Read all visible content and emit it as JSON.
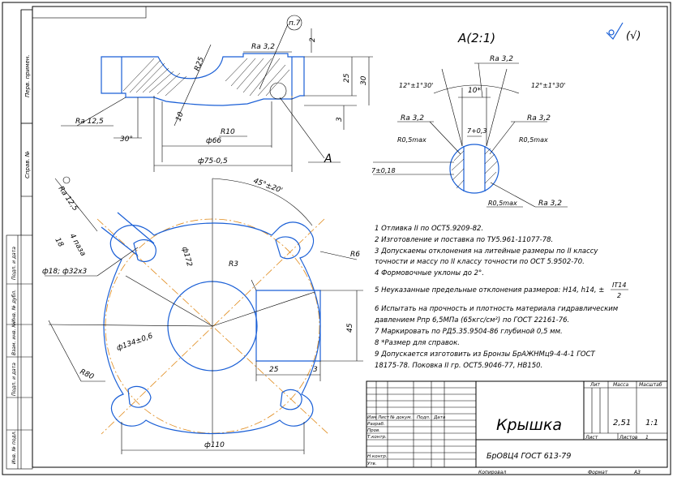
{
  "section": {
    "title": "A(2:1)",
    "view_letter": "A"
  },
  "roughness_symbol": "(√)",
  "dims": {
    "ra32_top": "Ra 3,2",
    "p7": "п.7",
    "two": "2",
    "r25": "R25",
    "d25": "25",
    "d30": "30",
    "d3": "3",
    "ra125_left": "Ra 12,5",
    "deg30": "30°",
    "d10": "10",
    "r10": "R10",
    "phi66": "ф66",
    "phi75": "ф75-0,5",
    "sec_ra32a": "Ra 3,2",
    "ang12a": "12°±1°30'",
    "ten": "10*",
    "ang12b": "12°±1°30'",
    "sec_ra32b": "Ra 3,2",
    "sec_ra32c": "Ra 3,2",
    "seven": "7+0,3",
    "r05a": "R0,5max",
    "r05b": "R0,5max",
    "seven18": "7±0,18",
    "r05c": "R0,5max",
    "sec_ra32d": "Ra 3,2",
    "ra125_plan": "Ra 12,5",
    "deg45": "45°±20'",
    "eighteen": "18",
    "four_slots": "4 паза",
    "phi172": "ф172",
    "r6": "R6",
    "r3": "R3",
    "phi18": "ф18; ф32x3",
    "d45": "45",
    "phi134": "ф134±0,6",
    "r80": "R80",
    "d25b": "25",
    "d3b": "3",
    "phi110": "ф110"
  },
  "notes": [
    "1 Отливка II по ОСТ5.9209-82.",
    "2 Изготовление и поставка по ТУ5.961-11077-78.",
    "3 Допускаемы отклонения на литейные размеры по II классу",
    "точности и массу по II классу точности по ОСТ 5.9502-70.",
    "4 Формовочные уклоны до 2°.",
    "5 Неуказанные предельные отклонения размеров: H14, h14, ±",
    "6 Испытать на прочность и плотность материала гидравлическим",
    "давлением Рпр 6,5МПа (65кгс/см²) по ГОСТ 22161-76.",
    "7 Маркировать по РД5.35.9504-86 глубиной 0,5 мм.",
    "8 *Размер для справок.",
    "9 Допускается изготовить из Бронзы БрАЖНМц9-4-4-1  ГОСТ",
    "18175-78. Поковка II гр. ОСТ5.9046-77, НВ150."
  ],
  "note5_frac": {
    "num": "IT14",
    "den": "2"
  },
  "title_block": {
    "name": "Крышка",
    "material": "БрО8Ц4 ГОСТ 613-79",
    "col_headers": [
      "Изм",
      "Лист",
      "№ докум.",
      "Подп.",
      "Дата"
    ],
    "row_labels": [
      "Разраб.",
      "Пров.",
      "Т.контр.",
      "",
      "Н.контр.",
      "Утв."
    ],
    "lit_label": "Лит",
    "mass_label": "Масса",
    "scale_label": "Масштаб",
    "mass_value": "2,51",
    "scale_value": "1:1",
    "sheet_label": "Лист",
    "sheets_label": "Листов",
    "sheets_value": "1",
    "copied": "Копировал",
    "format": "Формат",
    "format_value": "А3"
  },
  "side_labels": [
    "Перв. примен.",
    "Справ. №",
    "Подп. и дата",
    "Инв. № дубл.",
    "Взам. инв. №",
    "Подп. и дата",
    "Инв. № подл."
  ]
}
